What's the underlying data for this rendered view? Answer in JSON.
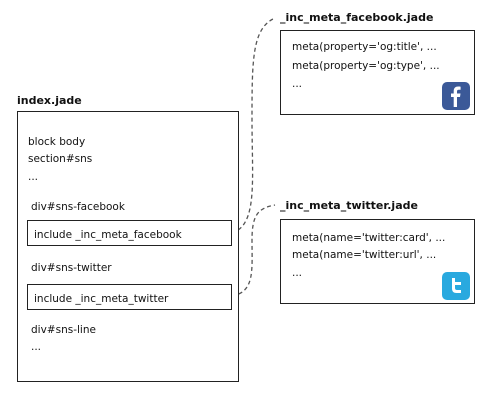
{
  "index": {
    "title": "index.jade",
    "lines": [
      "block body",
      "section#sns",
      "..."
    ],
    "facebook_div": "div#sns-facebook",
    "facebook_include": "include _inc_meta_facebook",
    "twitter_div": "div#sns-twitter",
    "twitter_include": "include _inc_meta_twitter",
    "line_div": "div#sns-line",
    "end_ellipsis": "..."
  },
  "facebook": {
    "title": "_inc_meta_facebook.jade",
    "lines": [
      "meta(property='og:title', ...",
      "meta(property='og:type', ...",
      "..."
    ],
    "icon": "facebook-icon",
    "color": "#3b5998"
  },
  "twitter": {
    "title": "_inc_meta_twitter.jade",
    "lines": [
      "meta(name='twitter:card', ...",
      "meta(name='twitter:url', ...",
      "..."
    ],
    "icon": "twitter-icon",
    "color": "#29a9df"
  }
}
